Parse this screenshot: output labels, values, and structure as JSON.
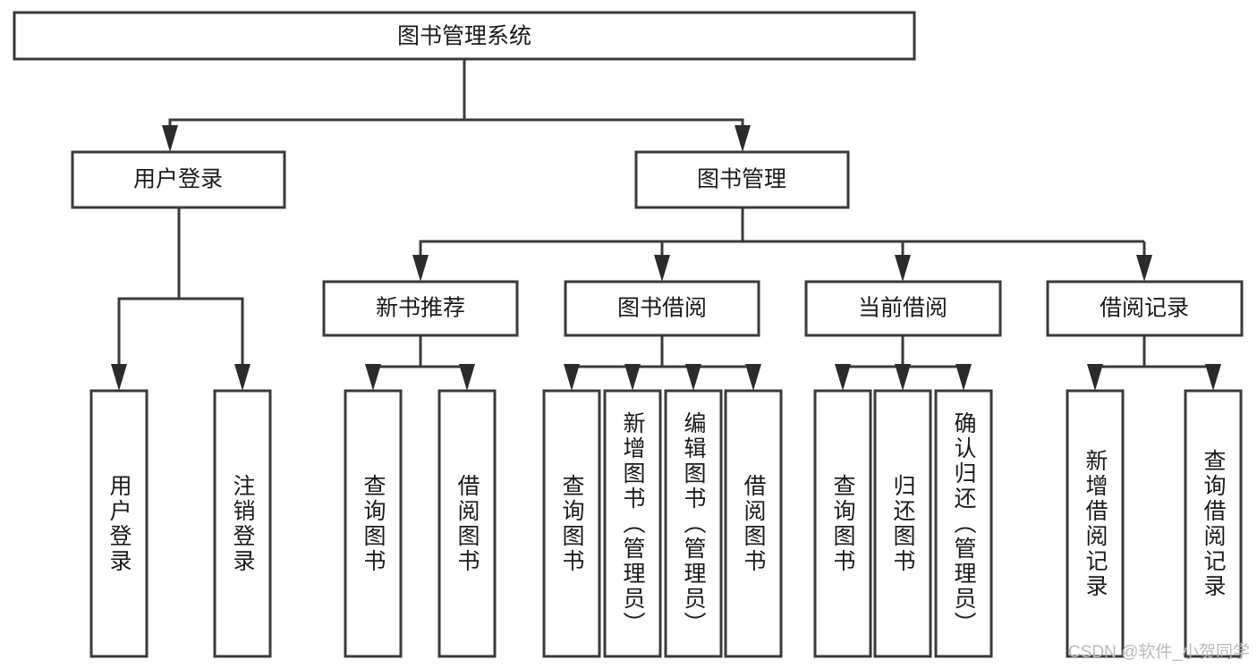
{
  "diagram": {
    "type": "tree",
    "title": "图书管理系统",
    "watermark": "CSDN @软件_小贺同学",
    "colors": {
      "box_stroke": "#3a3a3a",
      "box_fill": "#ffffff",
      "connector": "#3a3a3a",
      "text": "#1a1a1a",
      "watermark": "#b9b9b9",
      "background": "#ffffff"
    },
    "nodes": {
      "root": {
        "label": "图书管理系统"
      },
      "level1": [
        {
          "id": "user-login",
          "label": "用户登录"
        },
        {
          "id": "book-management",
          "label": "图书管理"
        }
      ],
      "level2": [
        {
          "id": "new-book-recommend",
          "label": "新书推荐"
        },
        {
          "id": "book-borrow",
          "label": "图书借阅"
        },
        {
          "id": "current-borrow",
          "label": "当前借阅"
        },
        {
          "id": "borrow-record",
          "label": "借阅记录"
        }
      ],
      "leaves": {
        "user-login": [
          {
            "id": "leaf-user-login",
            "label": "用户登录"
          },
          {
            "id": "leaf-user-logout",
            "label": "注销登录"
          }
        ],
        "new-book-recommend": [
          {
            "id": "leaf-query-book-1",
            "label": "查询图书"
          },
          {
            "id": "leaf-borrow-book-1",
            "label": "借阅图书"
          }
        ],
        "book-borrow": [
          {
            "id": "leaf-query-book-2",
            "label": "查询图书"
          },
          {
            "id": "leaf-add-book",
            "label": "新增图书（管理员）"
          },
          {
            "id": "leaf-edit-book",
            "label": "编辑图书（管理员）"
          },
          {
            "id": "leaf-borrow-book-2",
            "label": "借阅图书"
          }
        ],
        "current-borrow": [
          {
            "id": "leaf-query-book-3",
            "label": "查询图书"
          },
          {
            "id": "leaf-return-book",
            "label": "归还图书"
          },
          {
            "id": "leaf-confirm-return",
            "label": "确认归还（管理员）"
          }
        ],
        "borrow-record": [
          {
            "id": "leaf-add-record",
            "label": "新增借阅记录"
          },
          {
            "id": "leaf-query-record",
            "label": "查询借阅记录"
          }
        ]
      }
    }
  }
}
